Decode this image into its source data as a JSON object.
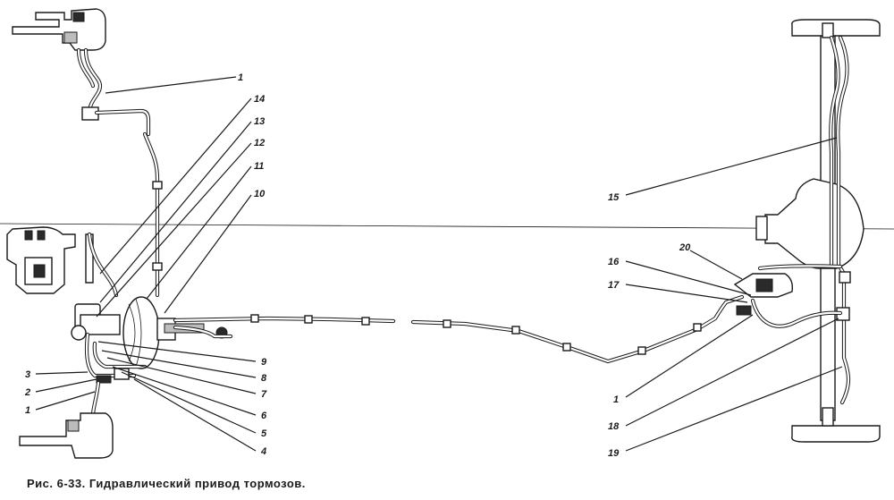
{
  "figure": {
    "caption": "Рис. 6-33. Гидравлический привод тормозов."
  },
  "callouts": [
    {
      "id": "c1-top",
      "text": "1"
    },
    {
      "id": "c14",
      "text": "14"
    },
    {
      "id": "c13",
      "text": "13"
    },
    {
      "id": "c12",
      "text": "12"
    },
    {
      "id": "c11",
      "text": "11"
    },
    {
      "id": "c10",
      "text": "10"
    },
    {
      "id": "c9",
      "text": "9"
    },
    {
      "id": "c8",
      "text": "8"
    },
    {
      "id": "c7",
      "text": "7"
    },
    {
      "id": "c6",
      "text": "6"
    },
    {
      "id": "c5",
      "text": "5"
    },
    {
      "id": "c4",
      "text": "4"
    },
    {
      "id": "c3",
      "text": "3"
    },
    {
      "id": "c2",
      "text": "2"
    },
    {
      "id": "c1-left",
      "text": "1"
    },
    {
      "id": "c15",
      "text": "15"
    },
    {
      "id": "c20",
      "text": "20"
    },
    {
      "id": "c16",
      "text": "16"
    },
    {
      "id": "c17",
      "text": "17"
    },
    {
      "id": "c1-right",
      "text": "1"
    },
    {
      "id": "c18",
      "text": "18"
    },
    {
      "id": "c19",
      "text": "19"
    }
  ]
}
